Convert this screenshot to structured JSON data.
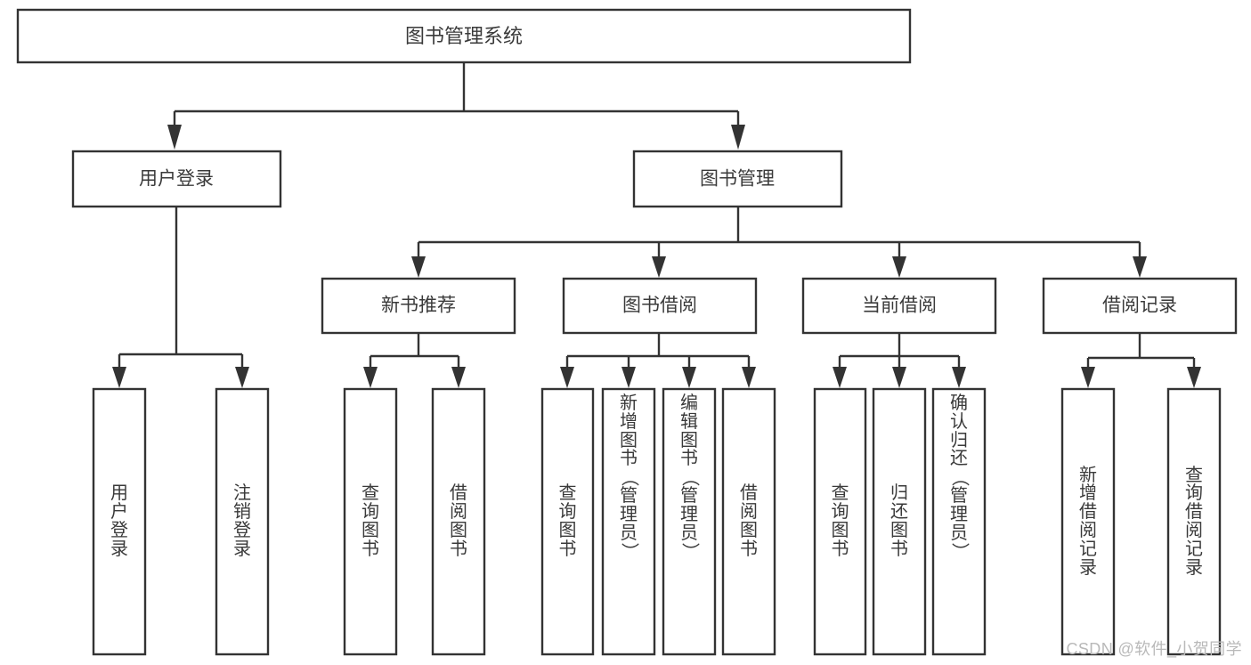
{
  "diagram": {
    "title": "图书管理系统",
    "type": "tree-hierarchy-chart",
    "colors": {
      "box_stroke": "#333333",
      "box_fill": "#ffffff",
      "text": "#3a3a3a",
      "watermark": "#b9b9b9",
      "background": "#ffffff"
    },
    "root": {
      "label": "图书管理系统"
    },
    "level2": [
      {
        "label": "用户登录"
      },
      {
        "label": "图书管理"
      }
    ],
    "level3": [
      {
        "label": "新书推荐"
      },
      {
        "label": "图书借阅"
      },
      {
        "label": "当前借阅"
      },
      {
        "label": "借阅记录"
      }
    ],
    "leaves": {
      "user_login": [
        {
          "label": "用户登录"
        },
        {
          "label": "注销登录"
        }
      ],
      "new_book_recommend": [
        {
          "label": "查询图书"
        },
        {
          "label": "借阅图书"
        }
      ],
      "book_borrow": [
        {
          "label": "查询图书"
        },
        {
          "label": "新增图书（管理员）"
        },
        {
          "label": "编辑图书（管理员）"
        },
        {
          "label": "借阅图书"
        }
      ],
      "current_borrow": [
        {
          "label": "查询图书"
        },
        {
          "label": "归还图书"
        },
        {
          "label": "确认归还（管理员）"
        }
      ],
      "borrow_record": [
        {
          "label": "新增借阅记录"
        },
        {
          "label": "查询借阅记录"
        }
      ]
    },
    "watermark": "CSDN @软件_小贺同学"
  }
}
